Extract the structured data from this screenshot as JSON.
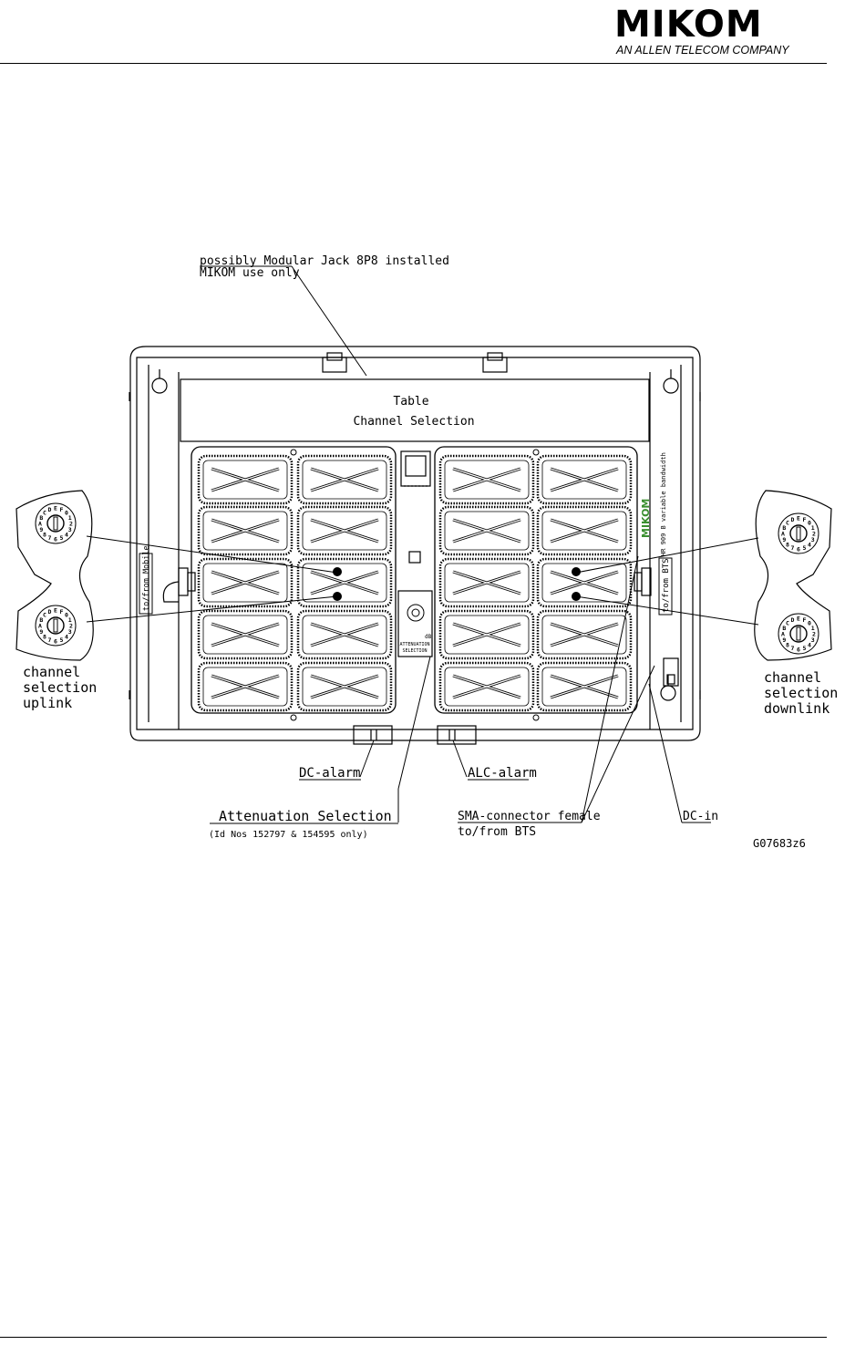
{
  "header": {
    "logo_text": "MIKOM",
    "logo_subtitle": "AN ALLEN TELECOM COMPANY"
  },
  "diagram": {
    "modular_jack_label_1": "possibly Modular Jack 8P8 installed",
    "modular_jack_label_2": "MIKOM use only",
    "table_title": "Table",
    "table_subtitle": "Channel Selection",
    "to_from_mobile": "to/from Mobile",
    "to_from_bts_side": "to/from BTS",
    "uplink_line_1": "channel",
    "uplink_line_2": "selection",
    "uplink_line_3": "uplink",
    "downlink_line_1": "channel",
    "downlink_line_2": "selection",
    "downlink_line_3": "downlink",
    "dc_alarm": "DC-alarm",
    "alc_alarm": "ALC-alarm",
    "attenuation_selection": "Attenuation Selection",
    "attenuation_note": "(Id Nos  152797 & 154595 only)",
    "sma_connector_1": "SMA-connector female",
    "sma_connector_2": "to/from BTS",
    "dc_in": "DC-in",
    "drawing_id": "G07683z6",
    "atten_panel_db": "dB",
    "atten_panel_1": "ATTENUATION",
    "atten_panel_2": "SELECTION",
    "brand_green": "MIKOM",
    "product_label": "HR 909 B variable bandwidth",
    "dial_hex": "EF0123456789ABCD"
  },
  "colors": {
    "line": "#000000",
    "brand_green": "#3a8f2f",
    "background": "#ffffff"
  }
}
